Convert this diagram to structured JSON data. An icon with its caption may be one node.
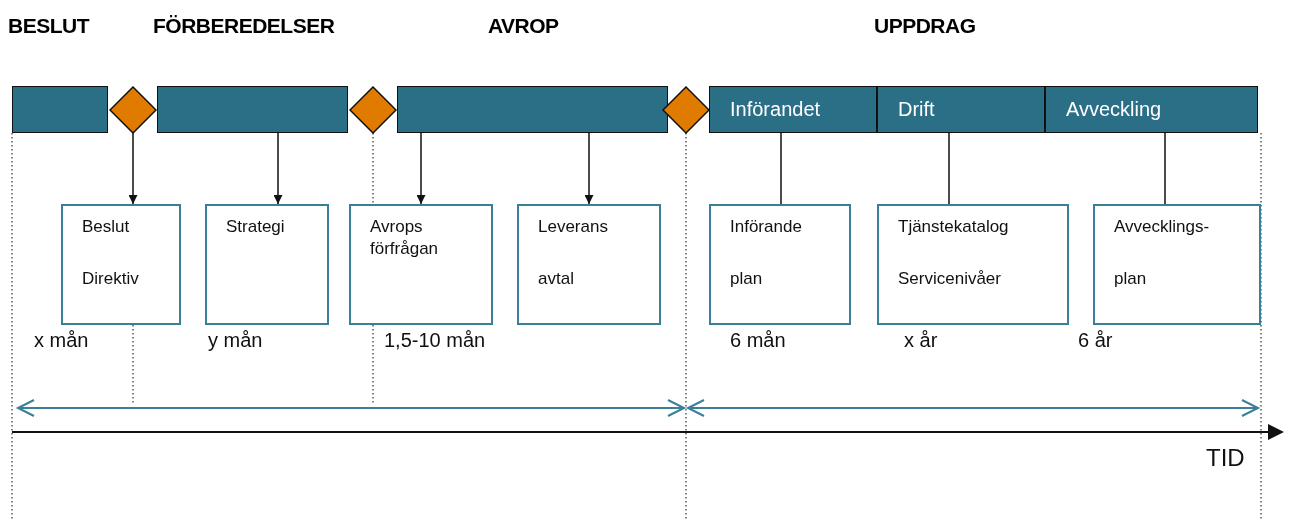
{
  "diagram": {
    "nodes": [
      {
        "text": [],
        "shape": "bar"
      },
      {
        "text": [],
        "shape": "diamond"
      },
      {
        "text": [],
        "shape": "bar"
      },
      {
        "text": [],
        "shape": "diamond"
      },
      {
        "text": [],
        "shape": "bar"
      },
      {
        "text": [],
        "shape": "diamond"
      },
      {
        "text": [
          "Införandet"
        ]
      },
      {
        "text": [
          "Drift"
        ]
      },
      {
        "text": [
          "Avveckling"
        ]
      },
      {
        "text": [
          "Beslut",
          "Direktiv"
        ]
      },
      {
        "text": [
          "Strategi"
        ]
      },
      {
        "text": [
          "Avrops förfrågan"
        ]
      },
      {
        "text": [
          "Leverans",
          "avtal"
        ]
      },
      {
        "text": [
          "Införande",
          "plan"
        ]
      },
      {
        "text": [
          "Tjänstekatalog",
          "Servicenivåer"
        ]
      },
      {
        "text": [
          "Avvecklings-",
          "plan"
        ]
      }
    ],
    "edges": [
      {
        "from": 1,
        "to": 9,
        "arrow": "to"
      },
      {
        "from": 2,
        "to": 10,
        "arrow": "to"
      },
      {
        "from": 4,
        "to": 11,
        "arrow": "to"
      },
      {
        "from": 4,
        "to": 12,
        "arrow": "to"
      },
      {
        "from": 6,
        "to": 13,
        "arrow": "none"
      },
      {
        "from": 7,
        "to": 14,
        "arrow": "none"
      },
      {
        "from": 8,
        "to": 15,
        "arrow": "none"
      }
    ],
    "labels": [
      "BESLUT",
      "FÖRBEREDELSER",
      "AVROP",
      "UPPDRAG",
      "x mån",
      "y mån",
      "1,5-10 mån",
      "6 mån",
      "x år",
      "6 år",
      "TID"
    ]
  }
}
